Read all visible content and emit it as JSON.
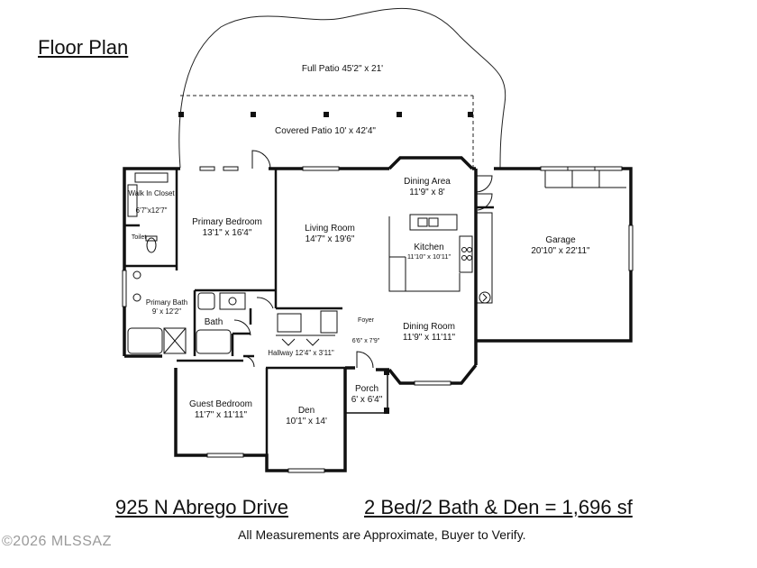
{
  "title": "Floor Plan",
  "address": "925 N Abrego Drive",
  "summary": "2 Bed/2 Bath & Den = 1,696 sf",
  "disclaimer": "All Measurements are Approximate, Buyer to Verify.",
  "copyright": "©2026 MLSSAZ",
  "rooms": {
    "full_patio": "Full Patio 45'2\" x 21'",
    "covered_patio": "Covered Patio 10' x 42'4\"",
    "walk_in_closet": {
      "name": "Walk In Closet",
      "dims": "6'7\"x12'7\""
    },
    "toilet": "Toilet",
    "primary_bedroom": {
      "name": "Primary Bedroom",
      "dims": "13'1\" x 16'4\""
    },
    "living_room": {
      "name": "Living Room",
      "dims": "14'7\" x 19'6\""
    },
    "dining_area": {
      "name": "Dining Area",
      "dims": "11'9\" x 8'"
    },
    "kitchen": {
      "name": "Kitchen",
      "dims": "11'10\" x 10'11\""
    },
    "garage": {
      "name": "Garage",
      "dims": "20'10\" x 22'11\""
    },
    "primary_bath": {
      "name": "Primary Bath",
      "dims": "9' x 12'2\""
    },
    "bath": "Bath",
    "foyer": {
      "name": "Foyer",
      "dims": "6'6\" x 7'9\""
    },
    "dining_room": {
      "name": "Dining Room",
      "dims": "11'9\" x 11'11\""
    },
    "hallway": "Hallway 12'4\" x 3'11\"",
    "guest_bedroom": {
      "name": "Guest Bedroom",
      "dims": "11'7\" x 11'11\""
    },
    "den": {
      "name": "Den",
      "dims": "10'1\" x 14'"
    },
    "porch": {
      "name": "Porch",
      "dims": "6' x 6'4\""
    }
  }
}
